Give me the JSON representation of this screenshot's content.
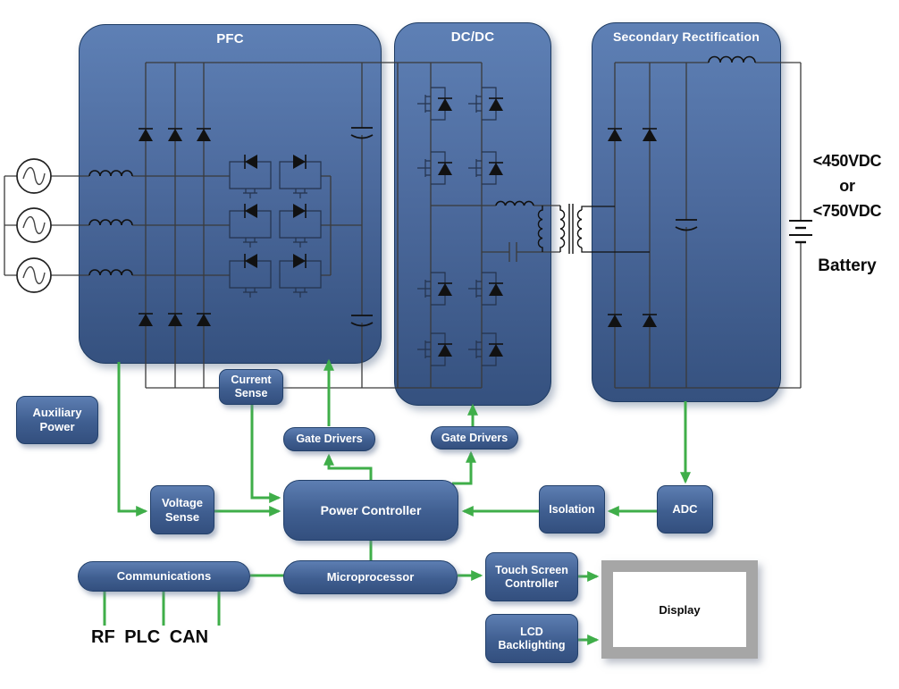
{
  "diagram": {
    "blocks": {
      "pfc": {
        "title": "PFC"
      },
      "dcdc": {
        "title": "DC/DC"
      },
      "secondary": {
        "title": "Secondary Rectification"
      }
    },
    "nodes": {
      "auxiliary_power": "Auxiliary Power",
      "current_sense": "Current Sense",
      "voltage_sense": "Voltage Sense",
      "gate_drivers_left": "Gate Drivers",
      "gate_drivers_right": "Gate Drivers",
      "power_controller": "Power Controller",
      "isolation": "Isolation",
      "adc": "ADC",
      "microprocessor": "Microprocessor",
      "communications": "Communications",
      "touch_screen_controller": "Touch Screen Controller",
      "lcd_backlighting": "LCD Backlighting",
      "display": "Display"
    },
    "annotations": {
      "battery_voltage_line1": "<450VDC",
      "battery_voltage_line2": "or",
      "battery_voltage_line3": "<750VDC",
      "battery_label": "Battery",
      "comm_protocols": "RF PLC CAN"
    },
    "colors": {
      "block_fill_top": "#5e80b5",
      "block_fill_bottom": "#35517f",
      "block_border": "#1e3b62",
      "arrow_green": "#3FAE49",
      "wire_black": "#2b2b2b",
      "display_frame_gray": "#a6a6a6"
    }
  }
}
